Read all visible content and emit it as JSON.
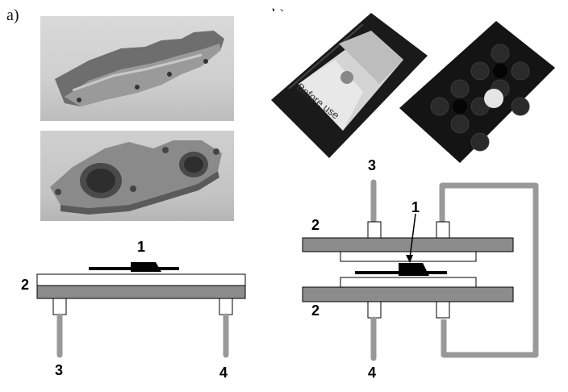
{
  "panels": {
    "a_label": "a)",
    "b_label": "b)"
  },
  "photos": {
    "b_sticker_text": "Before use"
  },
  "diagram_a": {
    "label_1": "1",
    "label_2": "2",
    "label_3": "3",
    "label_4": "4"
  },
  "diagram_b": {
    "label_1": "1",
    "label_2_top": "2",
    "label_2_bottom": "2",
    "label_3": "3",
    "label_4": "4"
  }
}
